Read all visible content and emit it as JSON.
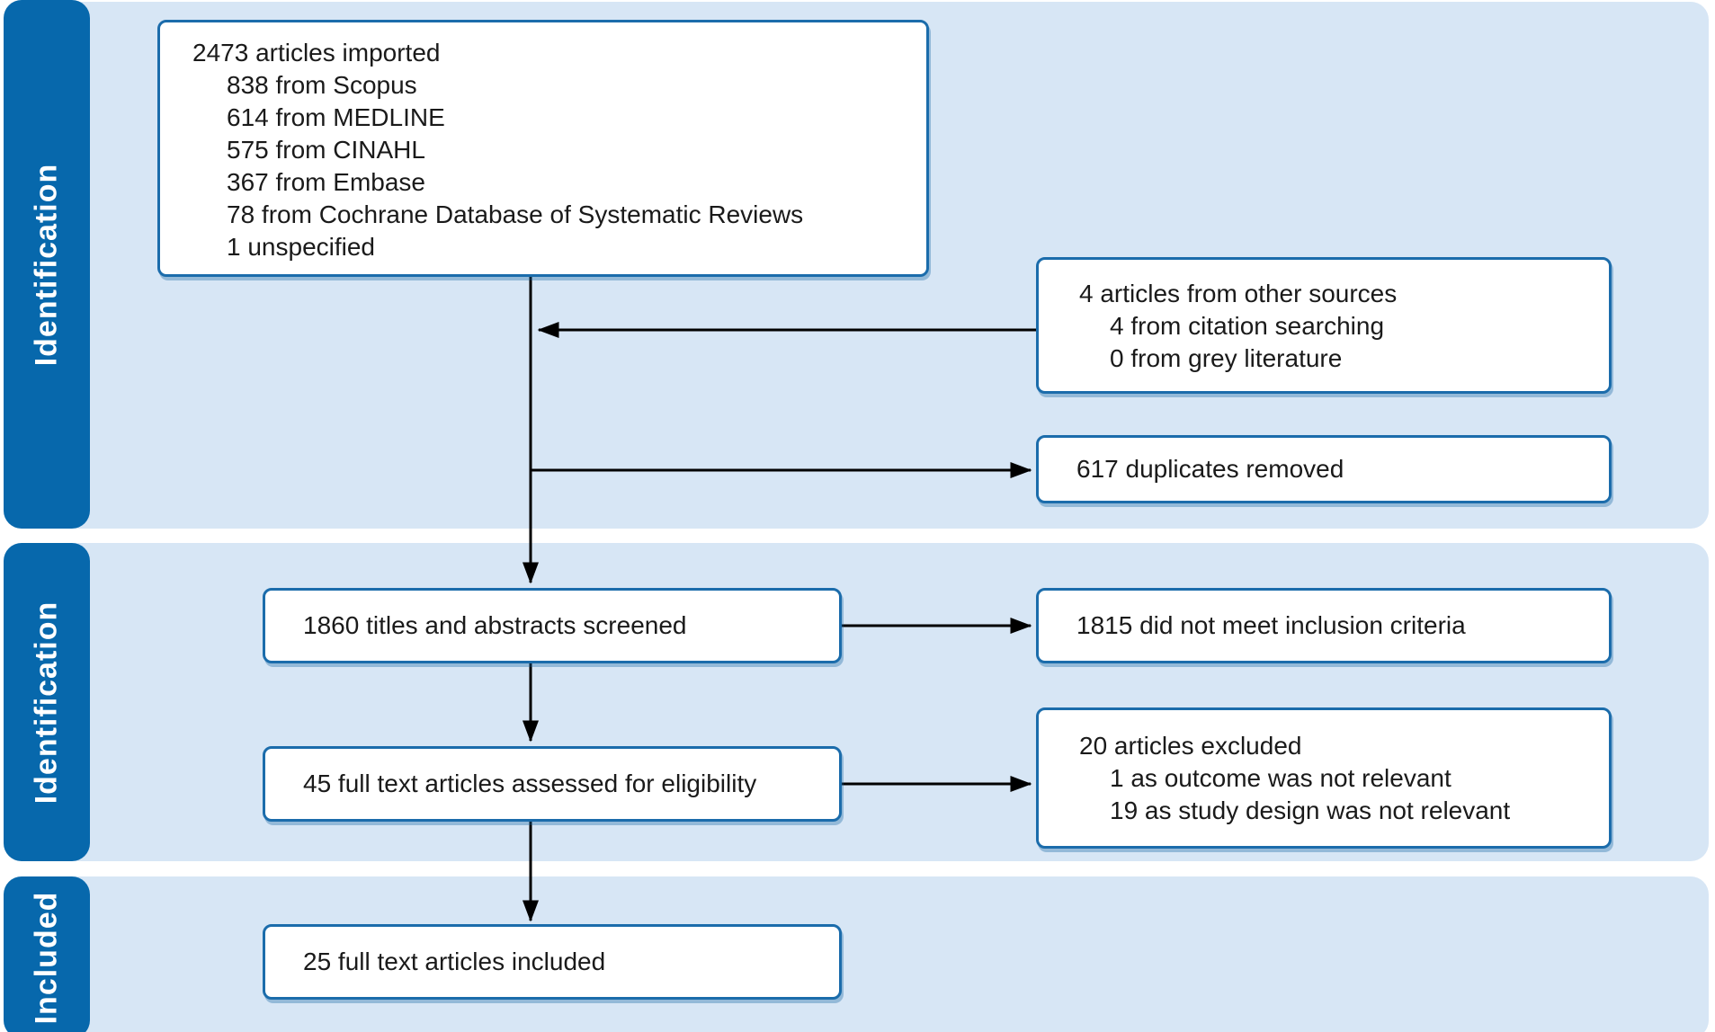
{
  "bands": [
    {
      "label": "Identification"
    },
    {
      "label": "Identification"
    },
    {
      "label": "Included"
    }
  ],
  "boxes": {
    "imported": {
      "title": "2473 articles imported",
      "items": [
        "838 from Scopus",
        "614 from MEDLINE",
        "575 from CINAHL",
        "367 from Embase",
        "78 from Cochrane Database of Systematic Reviews",
        "1 unspecified"
      ]
    },
    "other_sources": {
      "title": "4 articles from other sources",
      "items": [
        "4 from citation searching",
        "0 from grey literature"
      ]
    },
    "duplicates": {
      "title": "617 duplicates removed"
    },
    "screened": {
      "title": "1860 titles and abstracts screened"
    },
    "not_inclusion": {
      "title": "1815 did not meet inclusion criteria"
    },
    "excluded": {
      "title": "20 articles excluded",
      "items": [
        "1 as outcome was not relevant",
        "19 as study design was not relevant"
      ]
    },
    "assessed": {
      "title": "45 full text articles assessed for eligibility"
    },
    "included": {
      "title": "25 full text articles included"
    }
  },
  "colors": {
    "band_bg": "#d7e6f5",
    "sidebar_bg": "#0768ac",
    "box_border": "#1b6cab",
    "box_bg": "#ffffff",
    "text": "#1a1a1a",
    "label_text": "#ffffff",
    "arrow": "#000000",
    "page_bg": "#ffffff"
  }
}
